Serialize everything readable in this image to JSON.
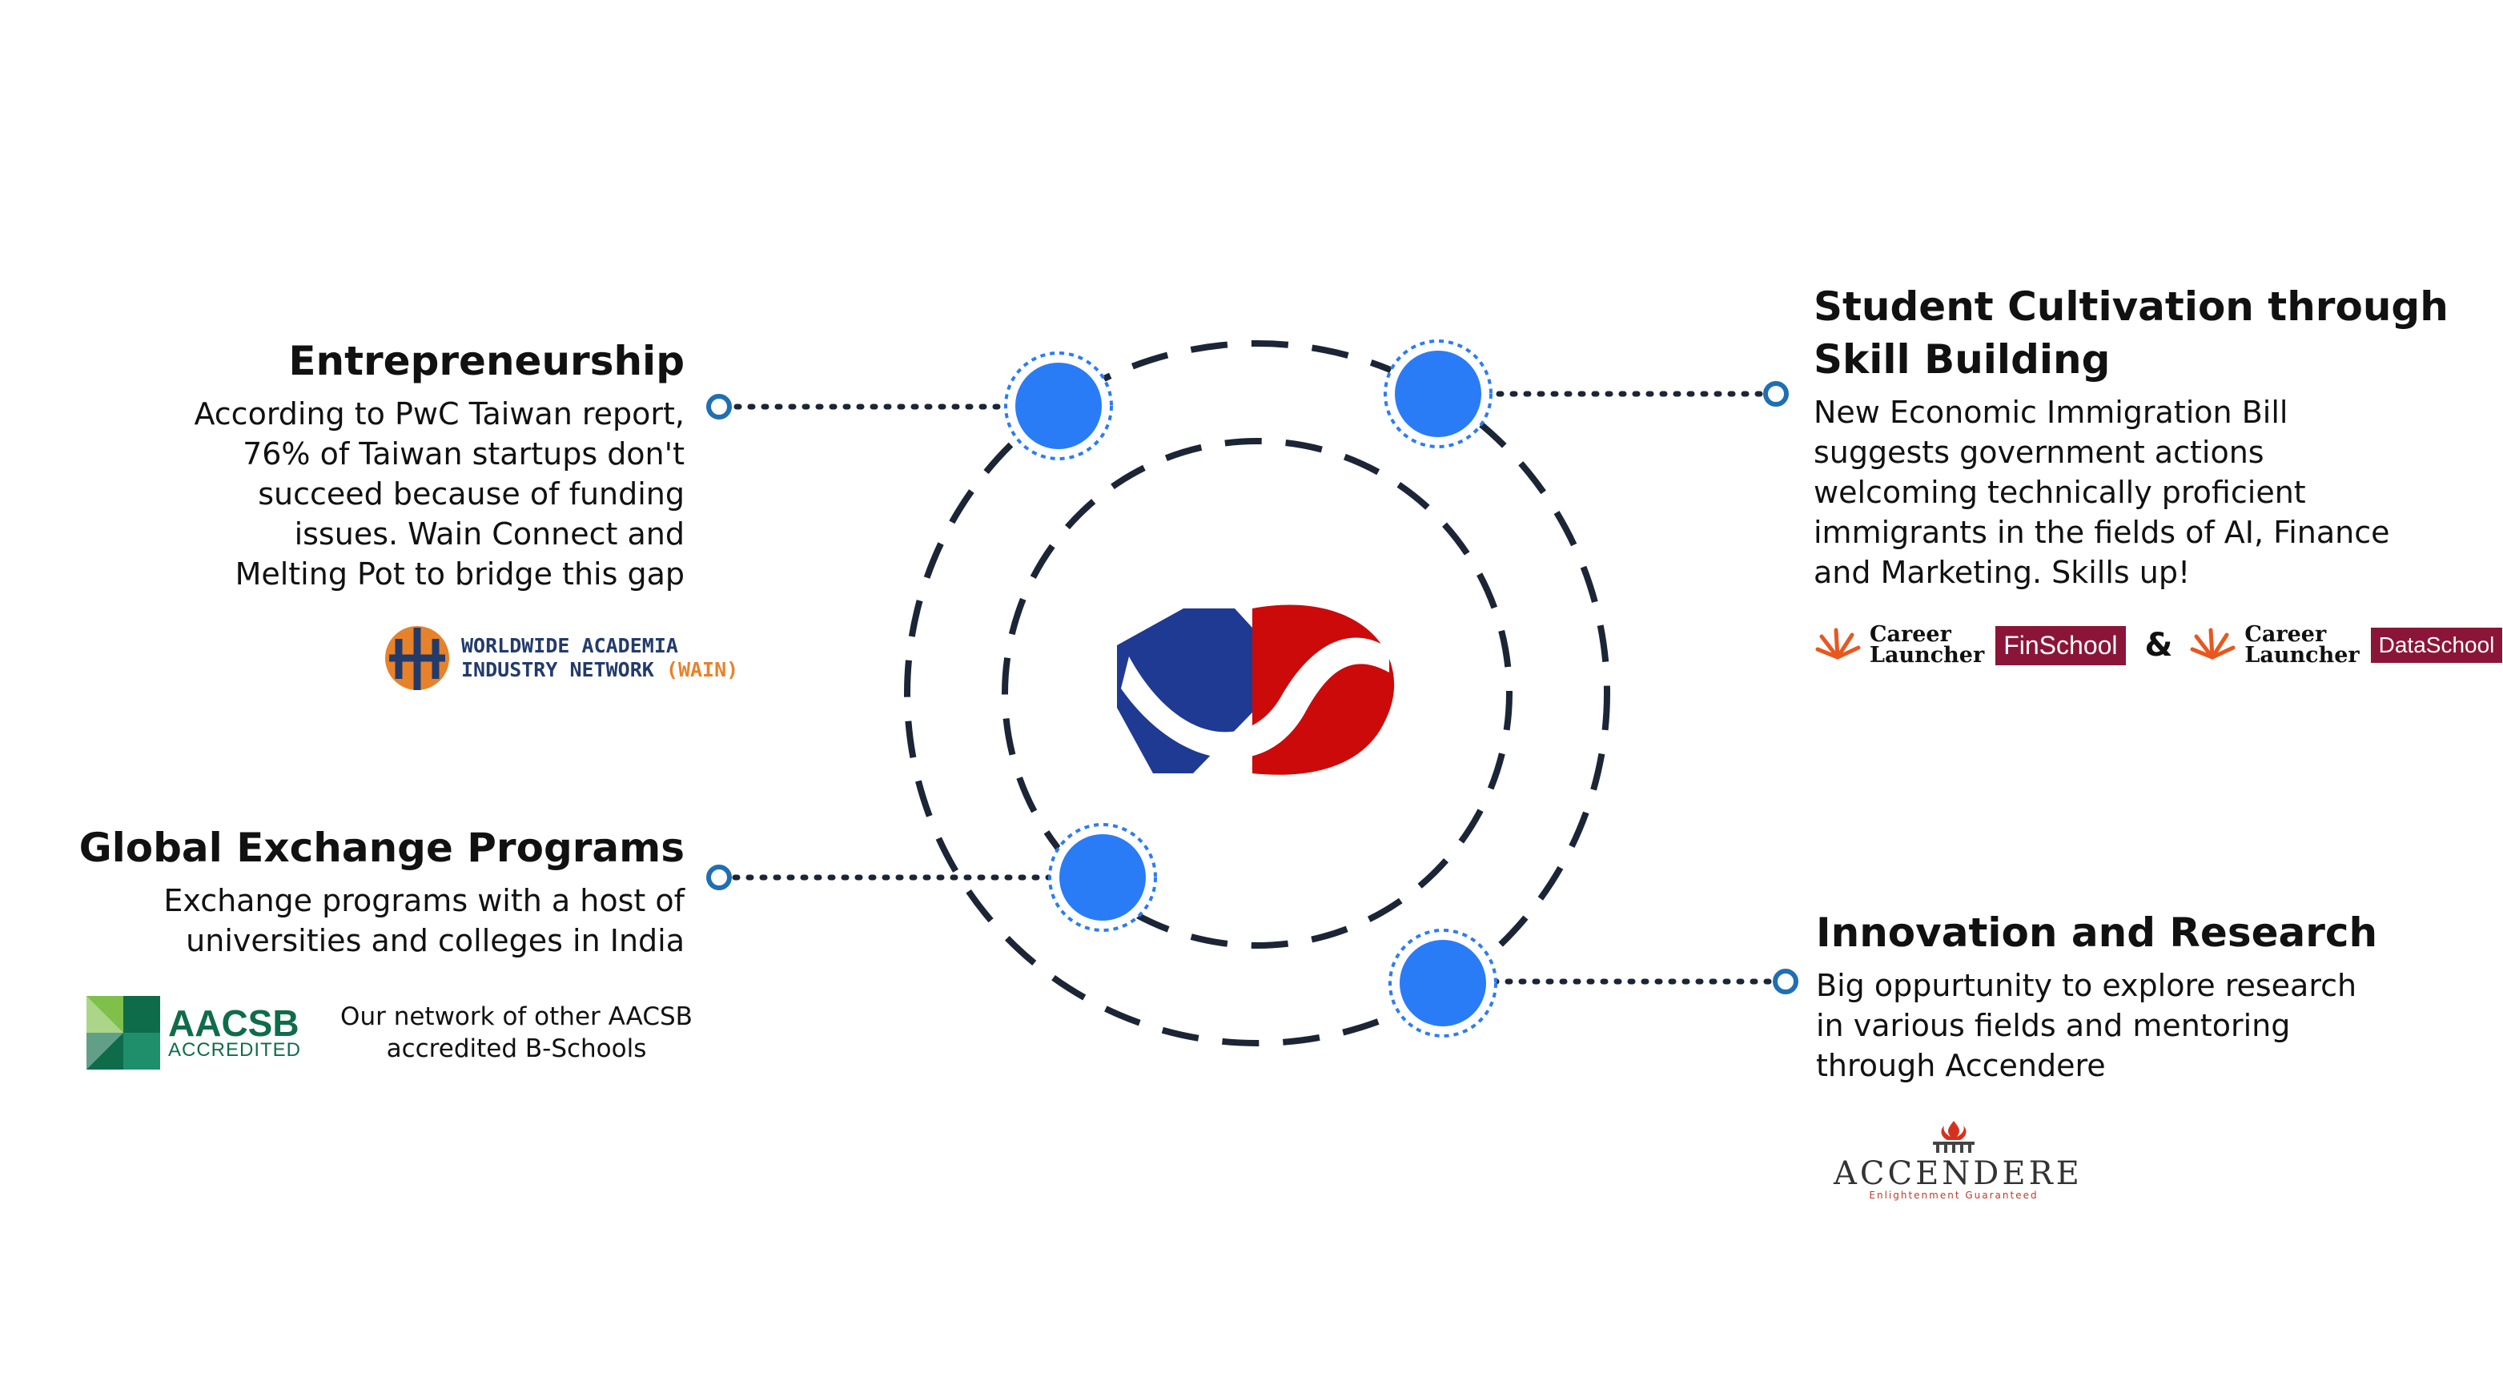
{
  "colors": {
    "ring": "#1b2536",
    "node": "#2a7cf6",
    "node_halo": "#2a7cf6",
    "connector": "#1b2536",
    "endpoint": "#1f6fb2",
    "brand_blue": "#1f3a93",
    "brand_red": "#cc0a0a",
    "finschool": "#8b1538",
    "dataschool": "#8b1538"
  },
  "sections": {
    "entrepreneurship": {
      "title": "Entrepreneurship",
      "desc": [
        "According to PwC Taiwan report,",
        "76% of Taiwan startups don't",
        "succeed because of funding",
        "issues. Wain Connect and",
        "Melting Pot to bridge this gap"
      ],
      "logo": {
        "line1": "WORLDWIDE ACADEMIA",
        "line2": "INDUSTRY NETWORK",
        "line2b": "(WAIN)"
      }
    },
    "global_exchange": {
      "title": "Global Exchange Programs",
      "desc": [
        "Exchange programs with a host of",
        "universities and colleges in India"
      ],
      "logo": {
        "word": "AACSB",
        "sub": "ACCREDITED"
      },
      "note": [
        "Our network of other AACSB",
        "accredited B-Schools"
      ]
    },
    "student_cultivation": {
      "title": [
        "Student Cultivation through",
        "Skill Building"
      ],
      "desc": [
        "New Economic Immigration Bill",
        "suggests government actions",
        "welcoming technically proficient",
        "immigrants in the fields of AI, Finance",
        "and Marketing. Skills up!"
      ],
      "logo_left": {
        "line1": "Career",
        "line2": "Launcher",
        "tag": "FinSchool"
      },
      "amp": "&",
      "logo_right": {
        "line1": "Career",
        "line2": "Launcher",
        "tag": "DataSchool"
      }
    },
    "innovation": {
      "title": "Innovation and Research",
      "desc": [
        "Big oppurtunity to explore research",
        "in various fields and mentoring",
        "through Accendere"
      ],
      "logo": {
        "word": "ACCENDERE",
        "sub": "Enlightenment Guaranteed"
      }
    }
  }
}
